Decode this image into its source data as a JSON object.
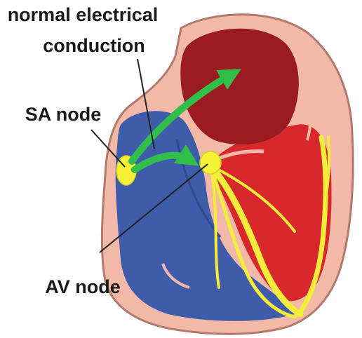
{
  "labels": {
    "conduction_line1": "normal electrical",
    "conduction_line2": "conduction",
    "sa_node": "SA node",
    "av_node": "AV node"
  },
  "colors": {
    "outer_wall": "#f2b8a8",
    "outer_wall_stroke": "#b07a6c",
    "right_chamber": "#3f5cab",
    "left_ventricle": "#d9282c",
    "left_atrium": "#9b1b22",
    "conduction_fibers": "#f4ec3a",
    "nodes": "#f6f134",
    "arrows": "#2fbf4a",
    "leader_lines": "#222222",
    "text": "#1a1a1a"
  }
}
